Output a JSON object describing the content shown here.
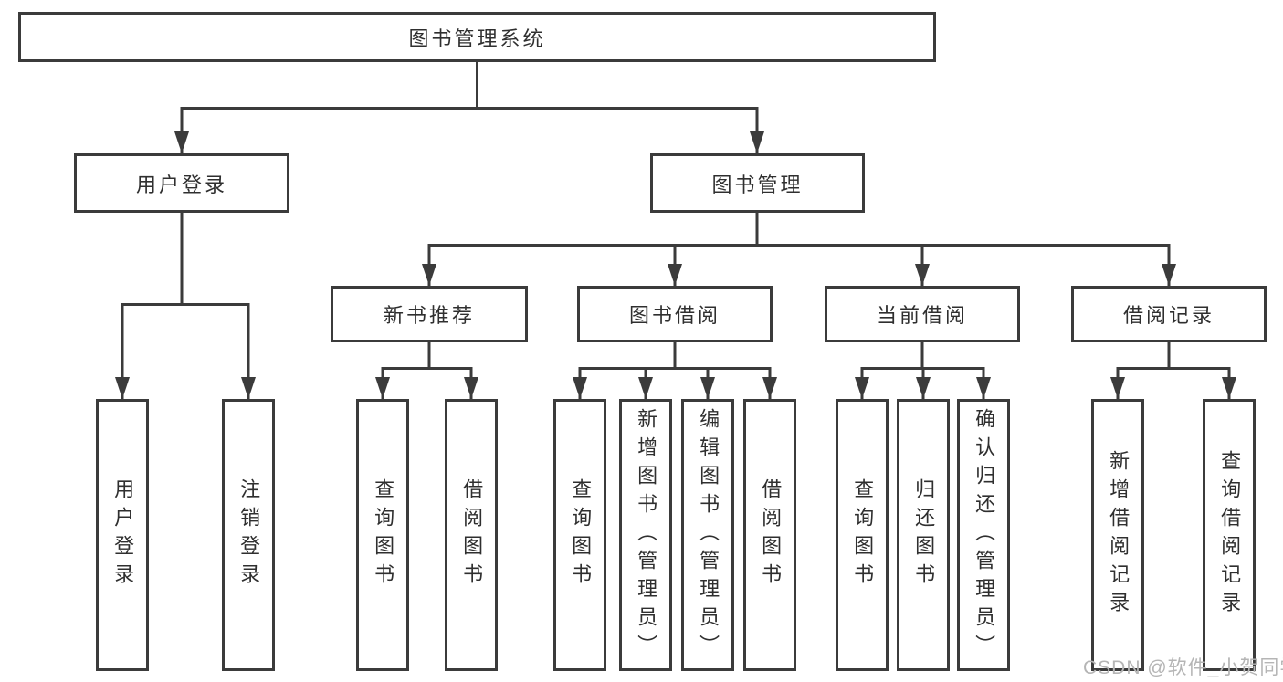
{
  "diagram": {
    "root": {
      "label": "图书管理系统"
    },
    "branches": {
      "user_login": {
        "label": "用户登录",
        "children": {
          "login": "用户登录",
          "logout": "注销登录"
        }
      },
      "book_management": {
        "label": "图书管理",
        "children": {
          "new_book_recommend": {
            "label": "新书推荐",
            "children": {
              "query_book": "查询图书",
              "borrow_book": "借阅图书"
            }
          },
          "book_borrow": {
            "label": "图书借阅",
            "children": {
              "query_book": "查询图书",
              "add_book": "新增图书（管理员）",
              "edit_book": "编辑图书（管理员）",
              "borrow_book": "借阅图书"
            }
          },
          "current_borrow": {
            "label": "当前借阅",
            "children": {
              "query_book": "查询图书",
              "return_book": "归还图书",
              "confirm_return": "确认归还（管理员）"
            }
          },
          "borrow_record": {
            "label": "借阅记录",
            "children": {
              "add_record": "新增借阅记录",
              "query_record": "查询借阅记录"
            }
          }
        }
      }
    },
    "colors": {
      "line": "#3b3b3b",
      "text": "#2f2f2f",
      "watermark": "#b5b5b5"
    },
    "watermark": "CSDN @软件_小贺同学"
  }
}
